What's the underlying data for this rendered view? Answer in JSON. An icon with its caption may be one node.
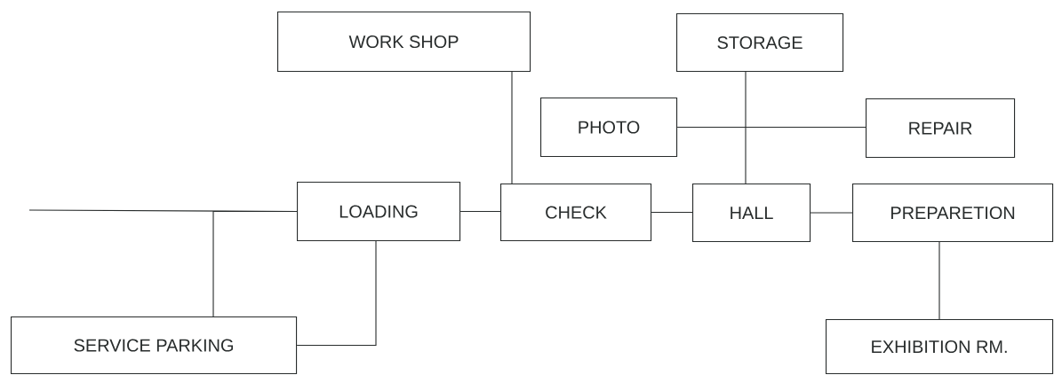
{
  "diagram": {
    "nodes": [
      {
        "text": [
          "WORK SHOP"
        ]
      },
      {
        "text": [
          "STORAGE"
        ]
      },
      {
        "text": [
          "PHOTO"
        ]
      },
      {
        "text": [
          "REPAIR"
        ]
      },
      {
        "text": [
          "LOADING"
        ]
      },
      {
        "text": [
          "CHECK"
        ]
      },
      {
        "text": [
          "HALL"
        ]
      },
      {
        "text": [
          "PREPARETION"
        ]
      },
      {
        "text": [
          "SERVICE PARKING"
        ]
      },
      {
        "text": [
          "EXHIBITION RM."
        ]
      }
    ],
    "edges": [
      {
        "from": null,
        "to": 4,
        "arrow": "none"
      },
      {
        "from": 8,
        "to": 4,
        "arrow": "none"
      },
      {
        "from": 4,
        "to": 8,
        "arrow": "none"
      },
      {
        "from": 0,
        "to": 5,
        "arrow": "none"
      },
      {
        "from": 4,
        "to": 5,
        "arrow": "none"
      },
      {
        "from": 5,
        "to": 6,
        "arrow": "none"
      },
      {
        "from": 1,
        "to": 6,
        "arrow": "none"
      },
      {
        "from": 2,
        "to": 3,
        "arrow": "none"
      },
      {
        "from": 6,
        "to": 7,
        "arrow": "none"
      },
      {
        "from": 7,
        "to": 9,
        "arrow": "none"
      }
    ]
  }
}
